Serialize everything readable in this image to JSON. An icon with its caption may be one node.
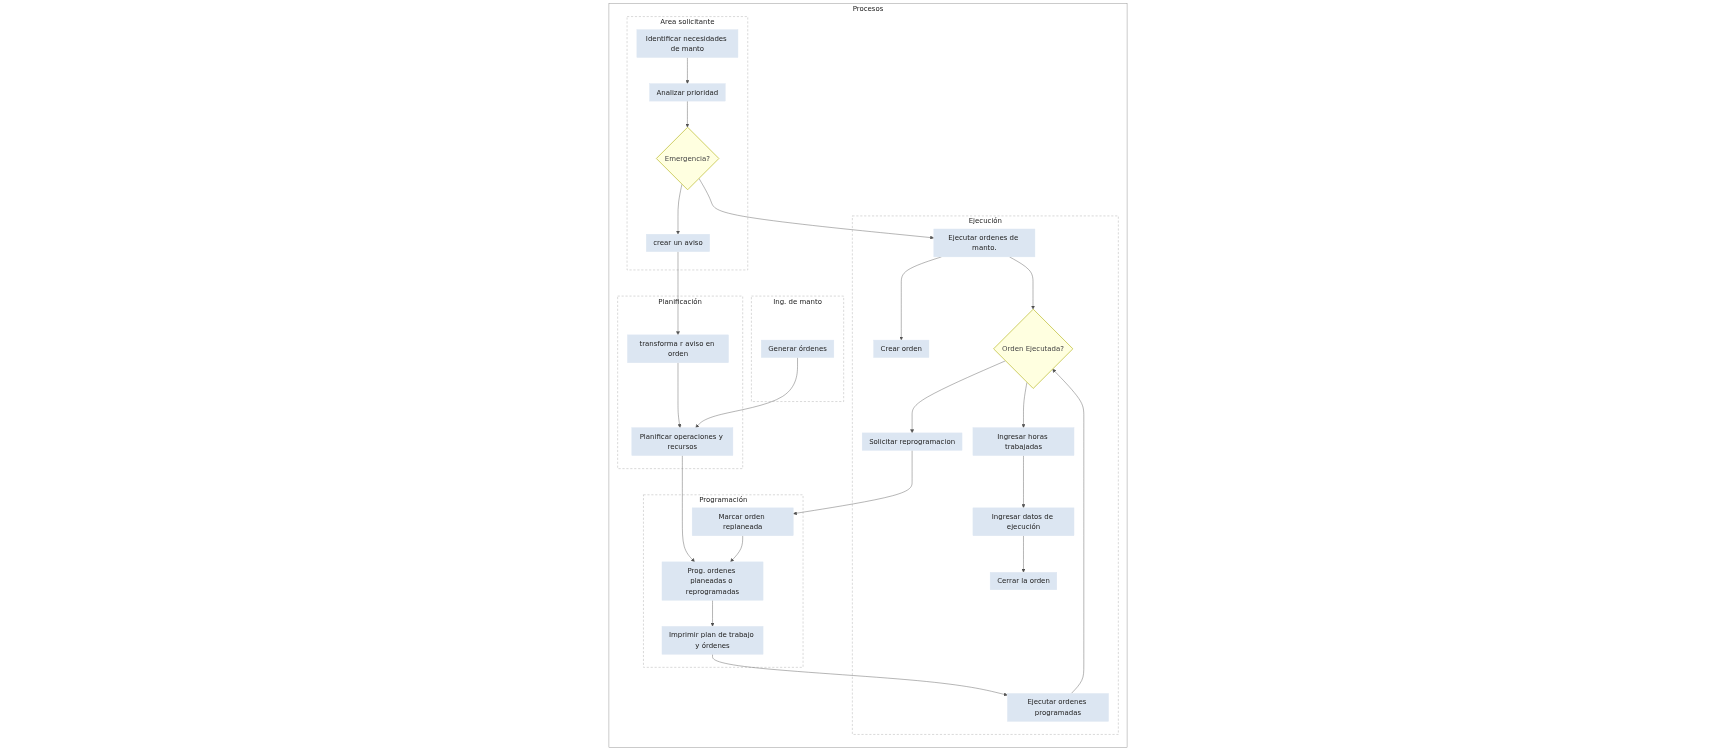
{
  "diagram": {
    "nodes": [
      {
        "text": [
          "Procesos"
        ]
      },
      {
        "text": [
          "Area solicitante"
        ],
        "in": 0
      },
      {
        "text": [
          "Ing. de manto"
        ],
        "in": 0
      },
      {
        "text": [
          "Planificación"
        ],
        "in": 0
      },
      {
        "text": [
          "Programación"
        ],
        "in": 0
      },
      {
        "text": [
          "Ejecución"
        ],
        "in": 0
      },
      {
        "text": [
          "Identificar necesidades de manto"
        ],
        "in": 1
      },
      {
        "text": [
          "Analizar prioridad"
        ],
        "in": 1
      },
      {
        "text": [
          "Emergencia?"
        ],
        "in": 1
      },
      {
        "text": [
          "crear un aviso"
        ],
        "in": 1
      },
      {
        "text": [
          "Generar órdenes"
        ],
        "in": 2
      },
      {
        "text": [
          "transforma r aviso en orden"
        ],
        "in": 3
      },
      {
        "text": [
          "Planificar operaciones y recursos"
        ],
        "in": 3
      },
      {
        "text": [
          "Imprimir plan de trabajo y órdenes"
        ],
        "in": 4
      },
      {
        "text": [
          "Prog. ordenes planeadas o reprogramadas"
        ],
        "in": 4
      },
      {
        "text": [
          "Marcar orden replaneada"
        ],
        "in": 4
      },
      {
        "text": [
          "Ejecutar ordenes de manto."
        ],
        "in": 5
      },
      {
        "text": [
          "Crear orden"
        ],
        "in": 5
      },
      {
        "text": [
          "Ejecutar ordenes programadas"
        ],
        "in": 5
      },
      {
        "text": [
          "Orden Ejecutada?"
        ],
        "in": 5
      },
      {
        "text": [
          "Solicitar reprogramacion"
        ],
        "in": 5
      },
      {
        "text": [
          "Ingresar horas trabajadas"
        ],
        "in": 5
      },
      {
        "text": [
          "Ingresar datos de ejecución"
        ],
        "in": 5
      },
      {
        "text": [
          "Cerrar la orden"
        ],
        "in": 5
      }
    ],
    "edges": [
      {
        "from": 6,
        "to": 7,
        "arrow": "to"
      },
      {
        "from": 7,
        "to": 8,
        "arrow": "to"
      },
      {
        "from": 8,
        "to": 16,
        "arrow": "to"
      },
      {
        "from": 8,
        "to": 9,
        "arrow": "to"
      },
      {
        "from": 9,
        "to": 11,
        "arrow": "to"
      },
      {
        "from": 11,
        "to": 12,
        "arrow": "to"
      },
      {
        "from": 10,
        "to": 12,
        "arrow": "to"
      },
      {
        "from": 12,
        "to": 14,
        "arrow": "to"
      },
      {
        "from": 15,
        "to": 14,
        "arrow": "to"
      },
      {
        "from": 14,
        "to": 13,
        "arrow": "to"
      },
      {
        "from": 13,
        "to": 18,
        "arrow": "to"
      },
      {
        "from": 16,
        "to": 17,
        "arrow": "to"
      },
      {
        "from": 16,
        "to": 19,
        "arrow": "to"
      },
      {
        "from": 18,
        "to": 19,
        "arrow": "to"
      },
      {
        "from": 19,
        "to": 20,
        "arrow": "to"
      },
      {
        "from": 20,
        "to": 15,
        "arrow": "to"
      },
      {
        "from": 19,
        "to": 21,
        "arrow": "to"
      },
      {
        "from": 21,
        "to": 22,
        "arrow": "to"
      },
      {
        "from": 22,
        "to": 23,
        "arrow": "to"
      }
    ]
  }
}
